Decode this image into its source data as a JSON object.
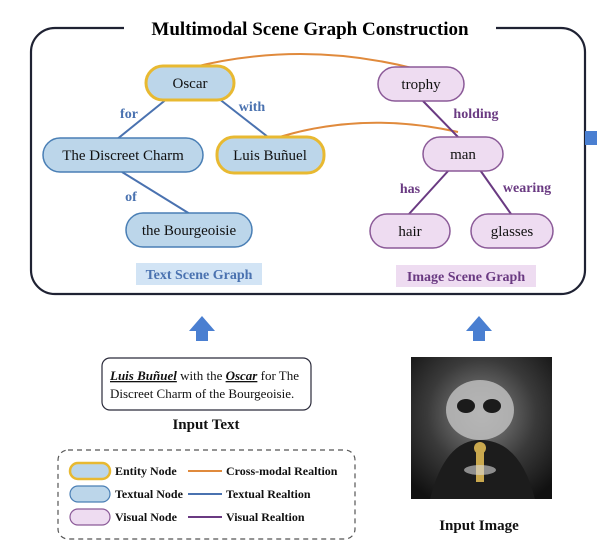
{
  "title": "Multimodal Scene Graph Construction",
  "colors": {
    "entity_border": "#e8b931",
    "textual_fill": "#bcd6ea",
    "textual_border": "#4a7fb5",
    "visual_fill": "#eedcf1",
    "visual_border": "#8b5a98",
    "cross_modal": "#e08a3c",
    "textual_relation": "#4a72b0",
    "visual_relation": "#6a3a82",
    "text_graph_label_bg": "#d2e4f5",
    "image_graph_label_bg": "#eedcf1",
    "arrow": "#4a7fd1"
  },
  "text_graph": {
    "caption": "Text Scene Graph",
    "nodes": {
      "oscar": "Oscar",
      "charm": "The Discreet Charm",
      "bunuel": "Luis Buñuel",
      "bourgeoisie": "the Bourgeoisie"
    },
    "edges": {
      "for": "for",
      "with": "with",
      "of": "of"
    }
  },
  "image_graph": {
    "caption": "Image Scene Graph",
    "nodes": {
      "trophy": "trophy",
      "man": "man",
      "hair": "hair",
      "glasses": "glasses"
    },
    "edges": {
      "holding": "holding",
      "has": "has",
      "wearing": "wearing"
    }
  },
  "input_text": {
    "entity1": "Luis Buñuel",
    "part1": " with the ",
    "entity2": "Oscar",
    "part2": " for The",
    "line2": "Discreet Charm of the Bourgeoisie.",
    "label": "Input Text"
  },
  "input_image": {
    "label": "Input Image"
  },
  "legend": {
    "entity_node": "Entity Node",
    "textual_node": "Textual Node",
    "visual_node": "Visual Node",
    "cross_modal": "Cross-modal Realtion",
    "textual_relation": "Textual Realtion",
    "visual_relation": "Visual Realtion"
  }
}
